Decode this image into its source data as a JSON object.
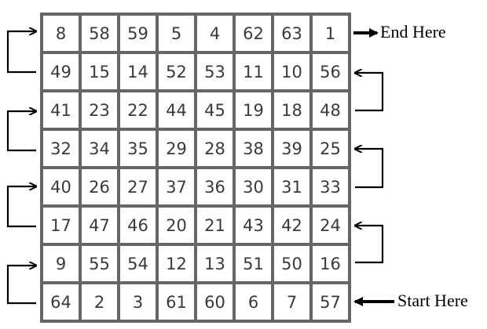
{
  "grid": {
    "rows": [
      [
        "8",
        "58",
        "59",
        "5",
        "4",
        "62",
        "63",
        "1"
      ],
      [
        "49",
        "15",
        "14",
        "52",
        "53",
        "11",
        "10",
        "56"
      ],
      [
        "41",
        "23",
        "22",
        "44",
        "45",
        "19",
        "18",
        "48"
      ],
      [
        "32",
        "34",
        "35",
        "29",
        "28",
        "38",
        "39",
        "25"
      ],
      [
        "40",
        "26",
        "27",
        "37",
        "36",
        "30",
        "31",
        "33"
      ],
      [
        "17",
        "47",
        "46",
        "20",
        "21",
        "43",
        "42",
        "24"
      ],
      [
        "9",
        "55",
        "54",
        "12",
        "13",
        "51",
        "50",
        "16"
      ],
      [
        "64",
        "2",
        "3",
        "61",
        "60",
        "6",
        "7",
        "57"
      ]
    ]
  },
  "labels": {
    "end": "End Here",
    "start": "Start Here"
  },
  "colors": {
    "grid_border": "#666666",
    "cell_text": "#3a3a3a",
    "arrow": "#000000"
  }
}
